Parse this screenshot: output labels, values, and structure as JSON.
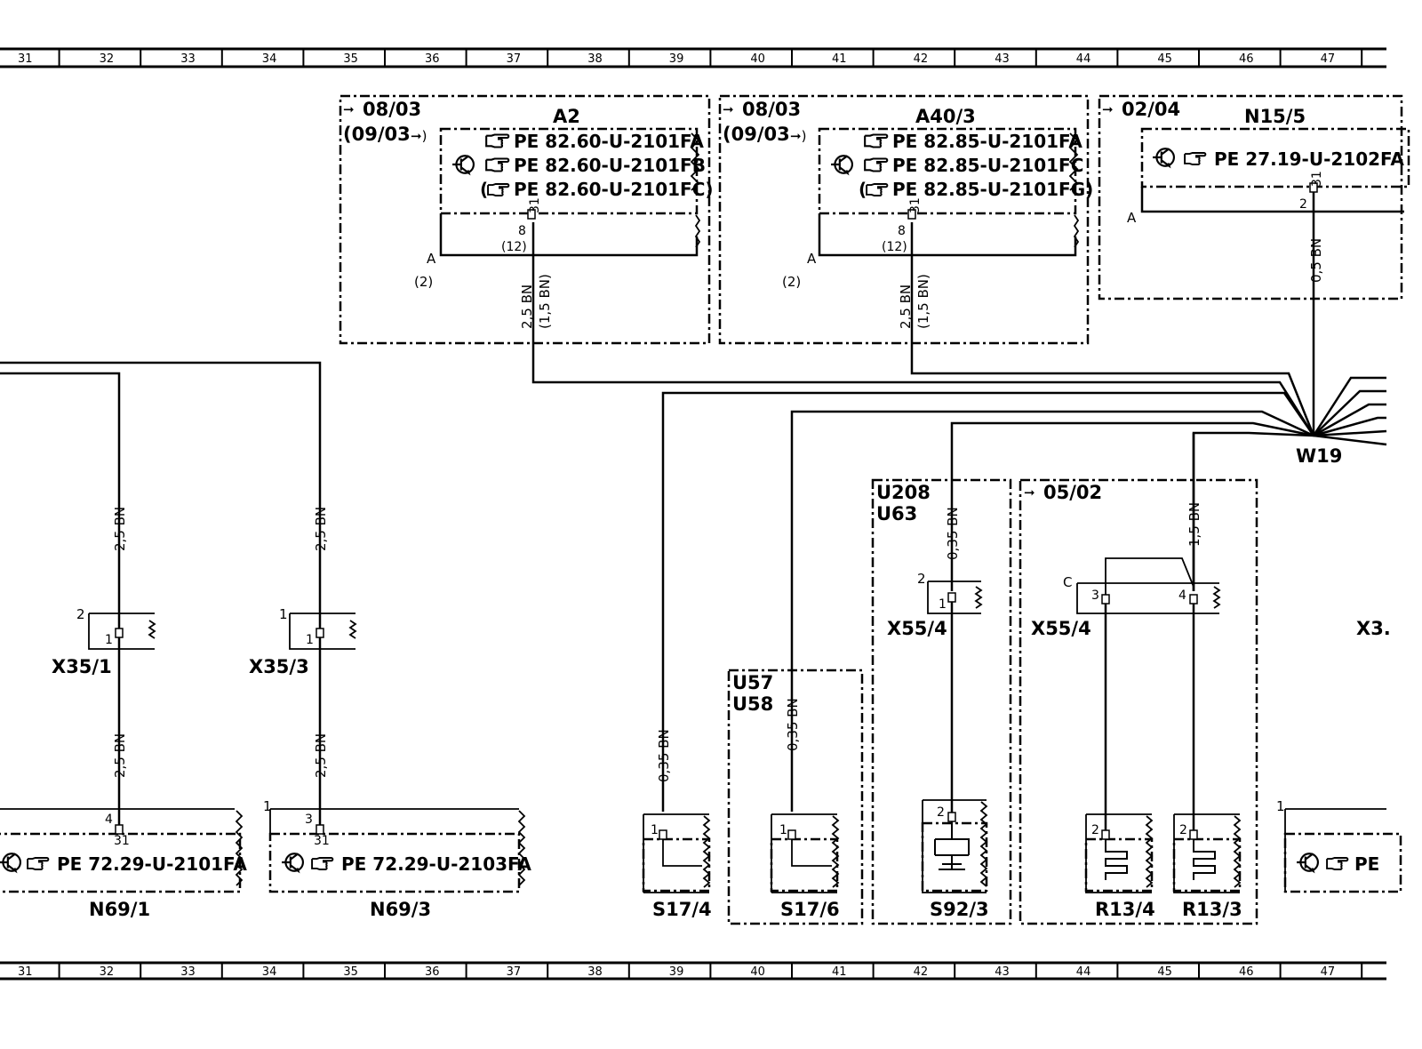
{
  "grid_numbers": [
    "31",
    "32",
    "33",
    "34",
    "35",
    "36",
    "37",
    "38",
    "39",
    "40",
    "41",
    "42",
    "43",
    "44",
    "45",
    "46",
    "47"
  ],
  "components": {
    "a2": {
      "label": "A2",
      "ref_top": "08/03",
      "ref_alt": "(09/03",
      "pe_lines": [
        "PE  82.60-U-2101FA",
        "PE  82.60-U-2101FB",
        "PE  82.60-U-2101FC)"
      ],
      "open_paren": "(",
      "pin_a": "A",
      "pin_a_alt": "(2)",
      "pin_8": "8",
      "pin_12": "(12)",
      "gnd": "31",
      "wire": "2,5  BN",
      "wire_alt": "(1,5  BN)"
    },
    "a40_3": {
      "label": "A40/3",
      "ref_top": "08/03",
      "ref_alt": "(09/03",
      "pe_lines": [
        "PE  82.85-U-2101FA",
        "PE  82.85-U-2101FC",
        "PE  82.85-U-2101FG)"
      ],
      "open_paren": "(",
      "pin_a": "A",
      "pin_a_alt": "(2)",
      "pin_8": "8",
      "pin_12": "(12)",
      "gnd": "31",
      "wire": "2,5  BN",
      "wire_alt": "(1,5  BN)"
    },
    "n15_5": {
      "label": "N15/5",
      "ref_top": "02/04",
      "pe": "PE  27.19-U-2102FA",
      "pin_a": "A",
      "pin_2": "2",
      "gnd": "31",
      "wire": "0,5  BN"
    },
    "w19": {
      "label": "W19"
    },
    "x35_1": {
      "label": "X35/1",
      "pin_outer": "2",
      "pin_inner": "1",
      "wire_top": "2,5  BN",
      "wire_bottom": "2,5  BN"
    },
    "x35_3": {
      "label": "X35/3",
      "pin_outer": "1",
      "pin_inner": "1",
      "wire_top": "2,5  BN",
      "wire_bottom": "2,5  BN"
    },
    "n69_1": {
      "label": "N69/1",
      "pe": "PE  72.29-U-2101FA",
      "pin": "4",
      "gnd": "31"
    },
    "n69_3": {
      "label": "N69/3",
      "pe": "PE  72.29-U-2103FA",
      "pin": "3",
      "pin_outer": "1",
      "gnd": "31"
    },
    "s17_4": {
      "label": "S17/4",
      "pin": "1",
      "wire": "0,35  BN"
    },
    "s17_6": {
      "label": "S17/6",
      "pin": "1",
      "wire": "0,35  BN",
      "variant_1": "U57",
      "variant_2": "U58"
    },
    "s92_3": {
      "label": "S92/3",
      "pin": "2",
      "variant_1": "U208",
      "variant_2": "U63",
      "connector": "X55/4",
      "conn_pin_outer": "2",
      "conn_pin_inner": "1",
      "wire": "0,35  BN"
    },
    "r13": {
      "ref": "05/02",
      "connector": "X55/4",
      "pin_c": "C",
      "pin_3": "3",
      "pin_4": "4",
      "wire": "1,5  BN",
      "r13_4": "R13/4",
      "r13_3": "R13/3",
      "pin_r4": "2",
      "pin_r3": "2"
    },
    "x3": {
      "label": "X3.",
      "pe": "PE",
      "pin": "1"
    }
  }
}
